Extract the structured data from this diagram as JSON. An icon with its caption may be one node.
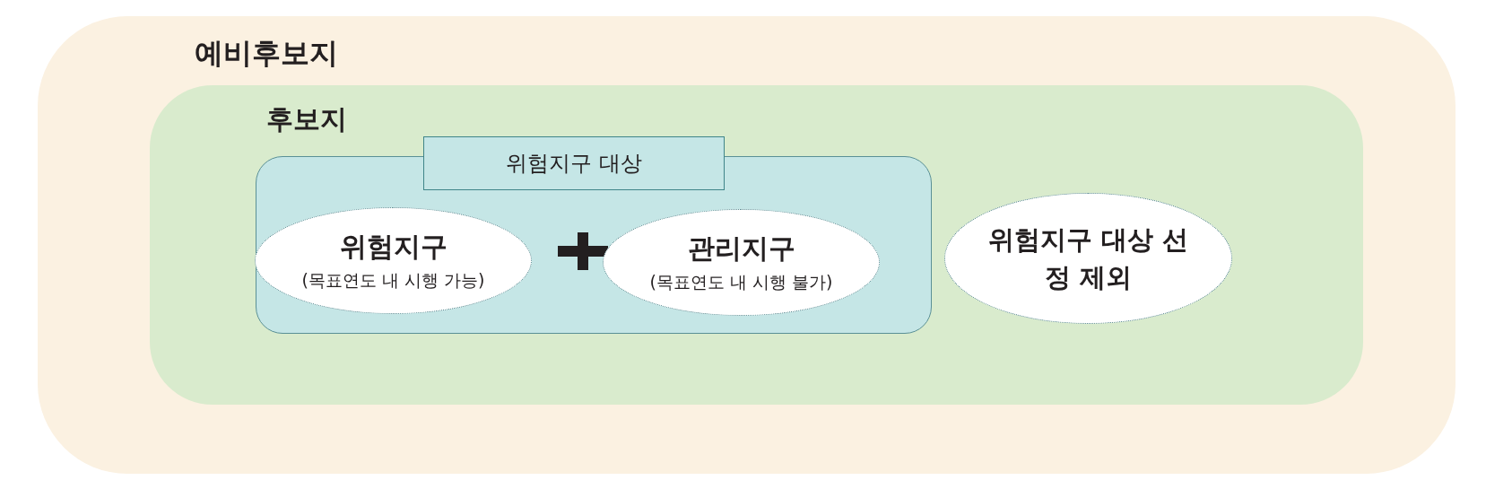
{
  "diagram": {
    "nodes": [
      {
        "text": [
          "예비후보지"
        ]
      },
      {
        "text": [
          "후보지"
        ],
        "in": 0
      },
      {
        "text": [
          "위험지구 대상"
        ],
        "in": 1
      },
      {
        "text": [
          "위험지구",
          "(목표연도 내 시행 가능)"
        ],
        "in": 2
      },
      {
        "text": [
          "관리지구",
          "(목표연도 내 시행 불가)"
        ],
        "in": 2
      },
      {
        "text": [
          "위험지구 대상 선정 제외"
        ],
        "in": 1
      }
    ]
  }
}
